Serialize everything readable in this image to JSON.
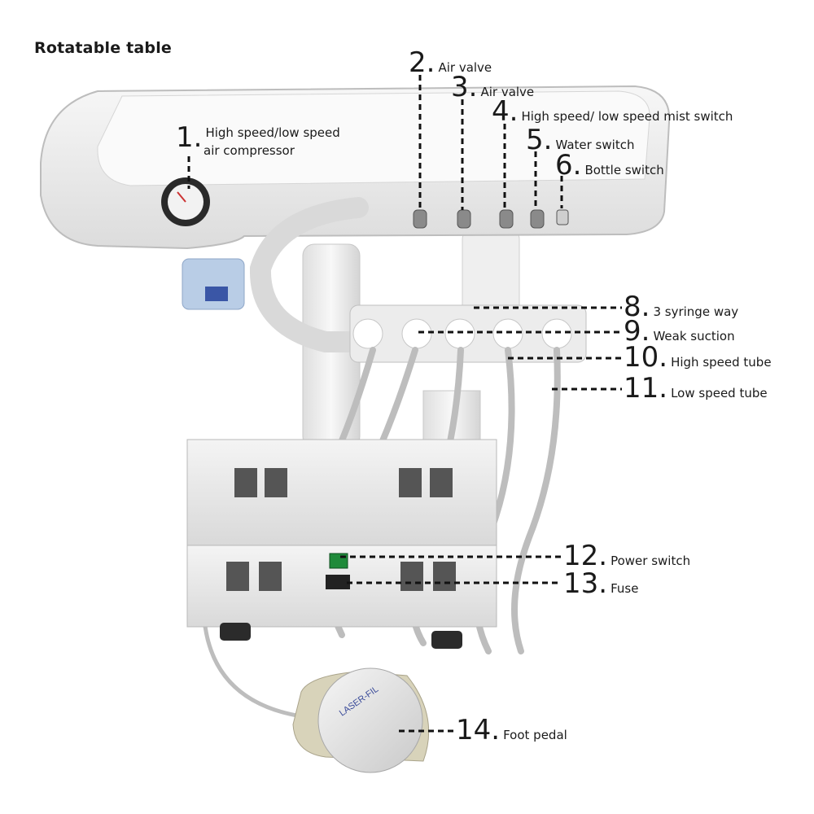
{
  "title": "Rotatable table",
  "device": {
    "pedal_text": "LASER-FIL"
  },
  "callouts": [
    {
      "num": "1",
      "label": "High speed/low speed",
      "label2": "air compressor"
    },
    {
      "num": "2",
      "label": "Air valve"
    },
    {
      "num": "3",
      "label": "Air valve"
    },
    {
      "num": "4",
      "label": "High speed/ low speed mist switch"
    },
    {
      "num": "5",
      "label": "Water switch"
    },
    {
      "num": "6",
      "label": "Bottle switch"
    },
    {
      "num": "8",
      "label": "3 syringe way"
    },
    {
      "num": "9",
      "label": "Weak suction"
    },
    {
      "num": "10",
      "label": "High speed tube"
    },
    {
      "num": "11",
      "label": "Low speed tube"
    },
    {
      "num": "12",
      "label": "Power switch"
    },
    {
      "num": "13",
      "label": "Fuse"
    },
    {
      "num": "14",
      "label": "Foot pedal"
    }
  ]
}
